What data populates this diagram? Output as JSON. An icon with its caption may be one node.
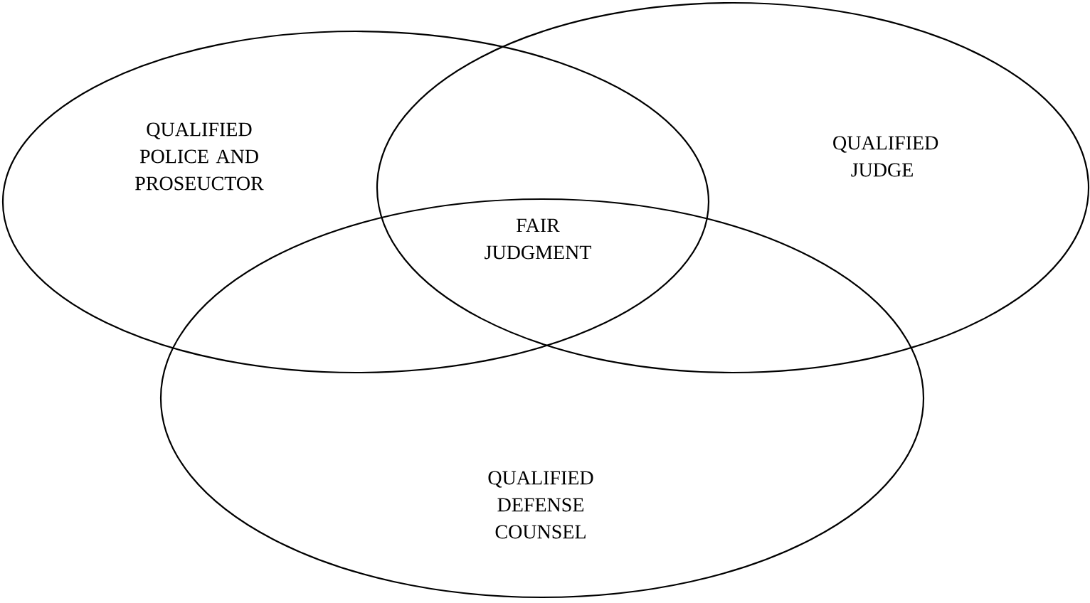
{
  "diagram": {
    "nodes": [
      {
        "text": [
          "QUALIFIED POLICE AND PROSEUCTOR"
        ]
      },
      {
        "text": [
          "QUALIFIED JUDGE"
        ]
      },
      {
        "text": [
          "QUALIFIED DEFENSE COUNSEL"
        ]
      }
    ],
    "labels": [
      "FAIR JUDGMENT"
    ]
  }
}
